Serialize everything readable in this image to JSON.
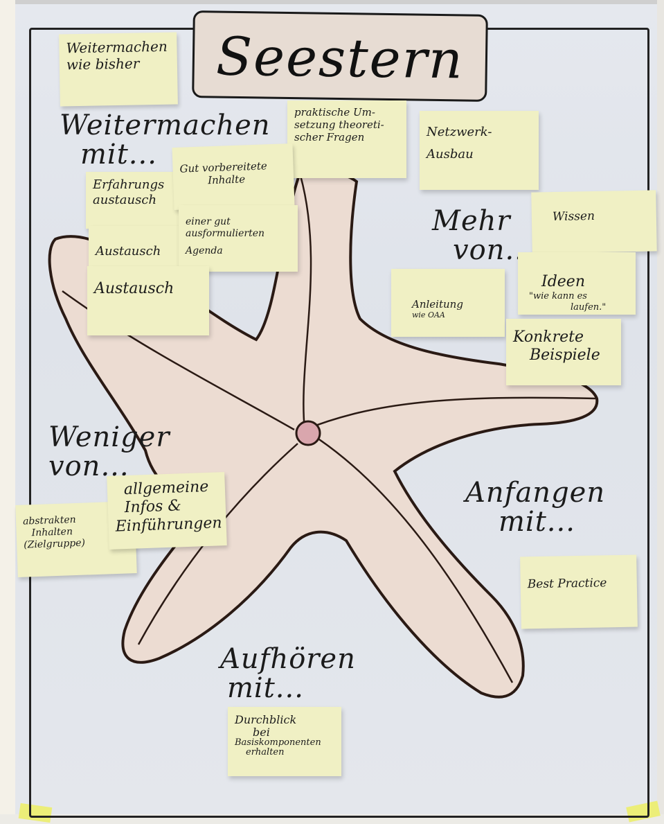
{
  "title": "Seestern",
  "sections": {
    "continue": [
      "Weitermachen",
      "mit..."
    ],
    "more": [
      "Mehr",
      "von..."
    ],
    "less": [
      "Weniger",
      "von..."
    ],
    "start": [
      "Anfangen",
      "mit..."
    ],
    "stop": [
      "Aufhören",
      "mit..."
    ]
  },
  "notes": {
    "weitermachen_bisher": [
      "Weitermachen",
      "wie bisher"
    ],
    "praktische_umsetzung": [
      "praktische Um-",
      "setzung theoreti-",
      "scher Fragen"
    ],
    "netzwerk_ausbau": [
      "Netzwerk-",
      "Ausbau"
    ],
    "gut_vorbereitete_inhalte": [
      "Gut vorbereitete",
      "Inhalte"
    ],
    "erfahrungsaustausch": [
      "Erfahrungs",
      "austausch"
    ],
    "agenda": [
      "einer gut ausformulierten",
      "Agenda"
    ],
    "austausch_1": [
      "Austausch"
    ],
    "austausch_2": [
      "Austausch"
    ],
    "wissen": [
      "Wissen"
    ],
    "anleitung": [
      "Anleitung",
      "wie OAA"
    ],
    "ideen": [
      "Ideen",
      "\"wie kann es",
      "laufen.\""
    ],
    "konkrete_beispiele": [
      "Konkrete",
      "Beispiele"
    ],
    "allgemeine_infos": [
      "allgemeine",
      "Infos &",
      "Einführungen"
    ],
    "abstrakte_inhalte": [
      "abstrakten",
      "Inhalten",
      "(Zielgruppe)"
    ],
    "best_practice": [
      "Best Practice"
    ],
    "durchblick": [
      "Durchblick",
      "bei",
      "Basiskomponenten",
      "erhalten"
    ]
  },
  "colors": {
    "paper": "#e2e5eb",
    "starfish_fill": "#ecdcd2",
    "starfish_outline": "#2a1a14",
    "center_dot": "#d9a6ad",
    "sticky_note": "#f0f0c4",
    "title_box": "#e7dcd3",
    "tape": "#ecee6c"
  }
}
